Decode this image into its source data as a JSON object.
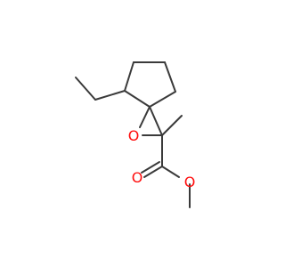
{
  "molecule": {
    "atoms": [
      {
        "id": "O_epoxide",
        "symbol": "O"
      },
      {
        "id": "O_carbonyl",
        "symbol": "O"
      },
      {
        "id": "O_ester",
        "symbol": "O"
      }
    ],
    "colors": {
      "bond": "#3a3a3a",
      "oxygen": "#ff0d0d"
    }
  }
}
